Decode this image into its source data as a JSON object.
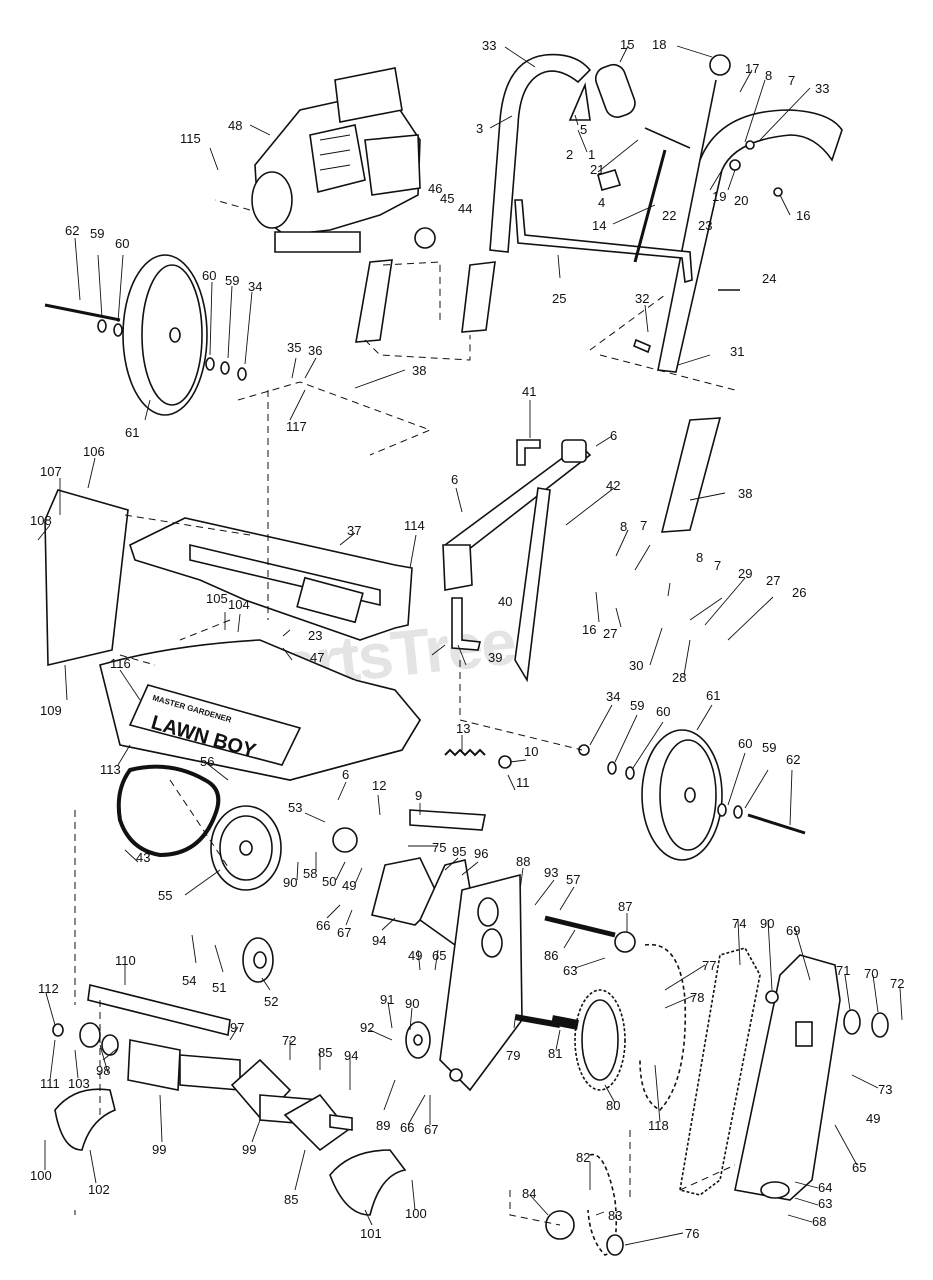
{
  "diagram": {
    "watermark": "PartsTree",
    "decal": {
      "top": "MASTER GARDENER",
      "main": "LAWN BOY"
    },
    "callouts": [
      "1",
      "2",
      "3",
      "4",
      "5",
      "6",
      "7",
      "8",
      "9",
      "10",
      "11",
      "12",
      "13",
      "14",
      "15",
      "16",
      "17",
      "18",
      "19",
      "20",
      "21",
      "22",
      "23",
      "24",
      "25",
      "26",
      "27",
      "28",
      "29",
      "30",
      "31",
      "32",
      "33",
      "34",
      "35",
      "36",
      "37",
      "38",
      "39",
      "40",
      "41",
      "42",
      "43",
      "44",
      "45",
      "46",
      "47",
      "48",
      "49",
      "50",
      "51",
      "52",
      "53",
      "54",
      "55",
      "56",
      "57",
      "58",
      "59",
      "60",
      "61",
      "62",
      "63",
      "64",
      "65",
      "66",
      "67",
      "68",
      "69",
      "70",
      "71",
      "72",
      "73",
      "74",
      "75",
      "76",
      "77",
      "78",
      "79",
      "80",
      "81",
      "82",
      "83",
      "84",
      "85",
      "86",
      "87",
      "88",
      "89",
      "90",
      "91",
      "92",
      "93",
      "94",
      "95",
      "96",
      "97",
      "98",
      "99",
      "100",
      "101",
      "102",
      "103",
      "104",
      "105",
      "106",
      "107",
      "108",
      "109",
      "110",
      "111",
      "112",
      "113",
      "114",
      "115",
      "116",
      "117",
      "118"
    ]
  }
}
